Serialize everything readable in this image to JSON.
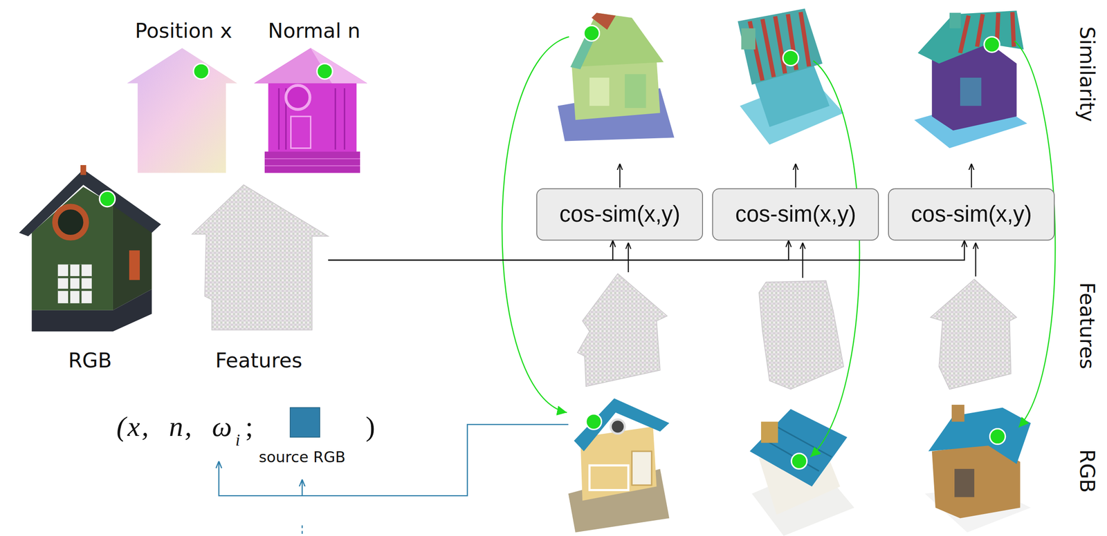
{
  "diagram": {
    "nodes": [
      {
        "text": [
          "Position x"
        ]
      },
      {
        "text": [
          "Normal n"
        ]
      },
      {
        "text": [
          "RGB"
        ]
      },
      {
        "text": [
          "Features"
        ]
      },
      {
        "text": [
          "cos-sim(x,y)"
        ]
      },
      {
        "text": [
          "cos-sim(x,y)"
        ]
      },
      {
        "text": [
          "cos-sim(x,y)"
        ]
      }
    ],
    "edges": [
      {
        "from": 3,
        "to": 4,
        "arrow": "to"
      },
      {
        "from": 3,
        "to": 5,
        "arrow": "to"
      },
      {
        "from": 3,
        "to": 6,
        "arrow": "to"
      }
    ],
    "labels": [
      "(x, n, ω",
      "i",
      ";",
      "source RGB",
      ")",
      "Similarity",
      "Features",
      "RGB"
    ]
  }
}
